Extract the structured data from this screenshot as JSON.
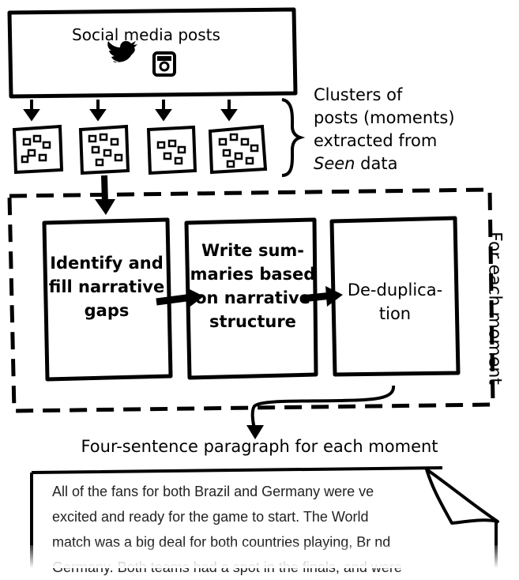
{
  "top_box": {
    "title": "Social media posts",
    "icons": [
      "twitter-icon",
      "instagram-icon"
    ]
  },
  "clusters": {
    "label_lines": [
      "Clusters of",
      "posts (moments)",
      "extracted from"
    ],
    "label_em": "Seen",
    "label_tail": " data"
  },
  "steps": [
    {
      "label": "Identify and fill narrative gaps"
    },
    {
      "label": "Write sum-maries based on narrative structure"
    },
    {
      "label": "De-duplica-tion"
    }
  ],
  "loop_label": "For each moment",
  "output_title": "Four-sentence paragraph for each moment",
  "paragraph_lines": [
    "All of the fans for both Brazil and Germany were ve",
    "excited and ready for the game to start. The World",
    "match was a big deal for both countries playing, Br          nd",
    "Germany. Both teams had a spot in the finals, and were"
  ]
}
